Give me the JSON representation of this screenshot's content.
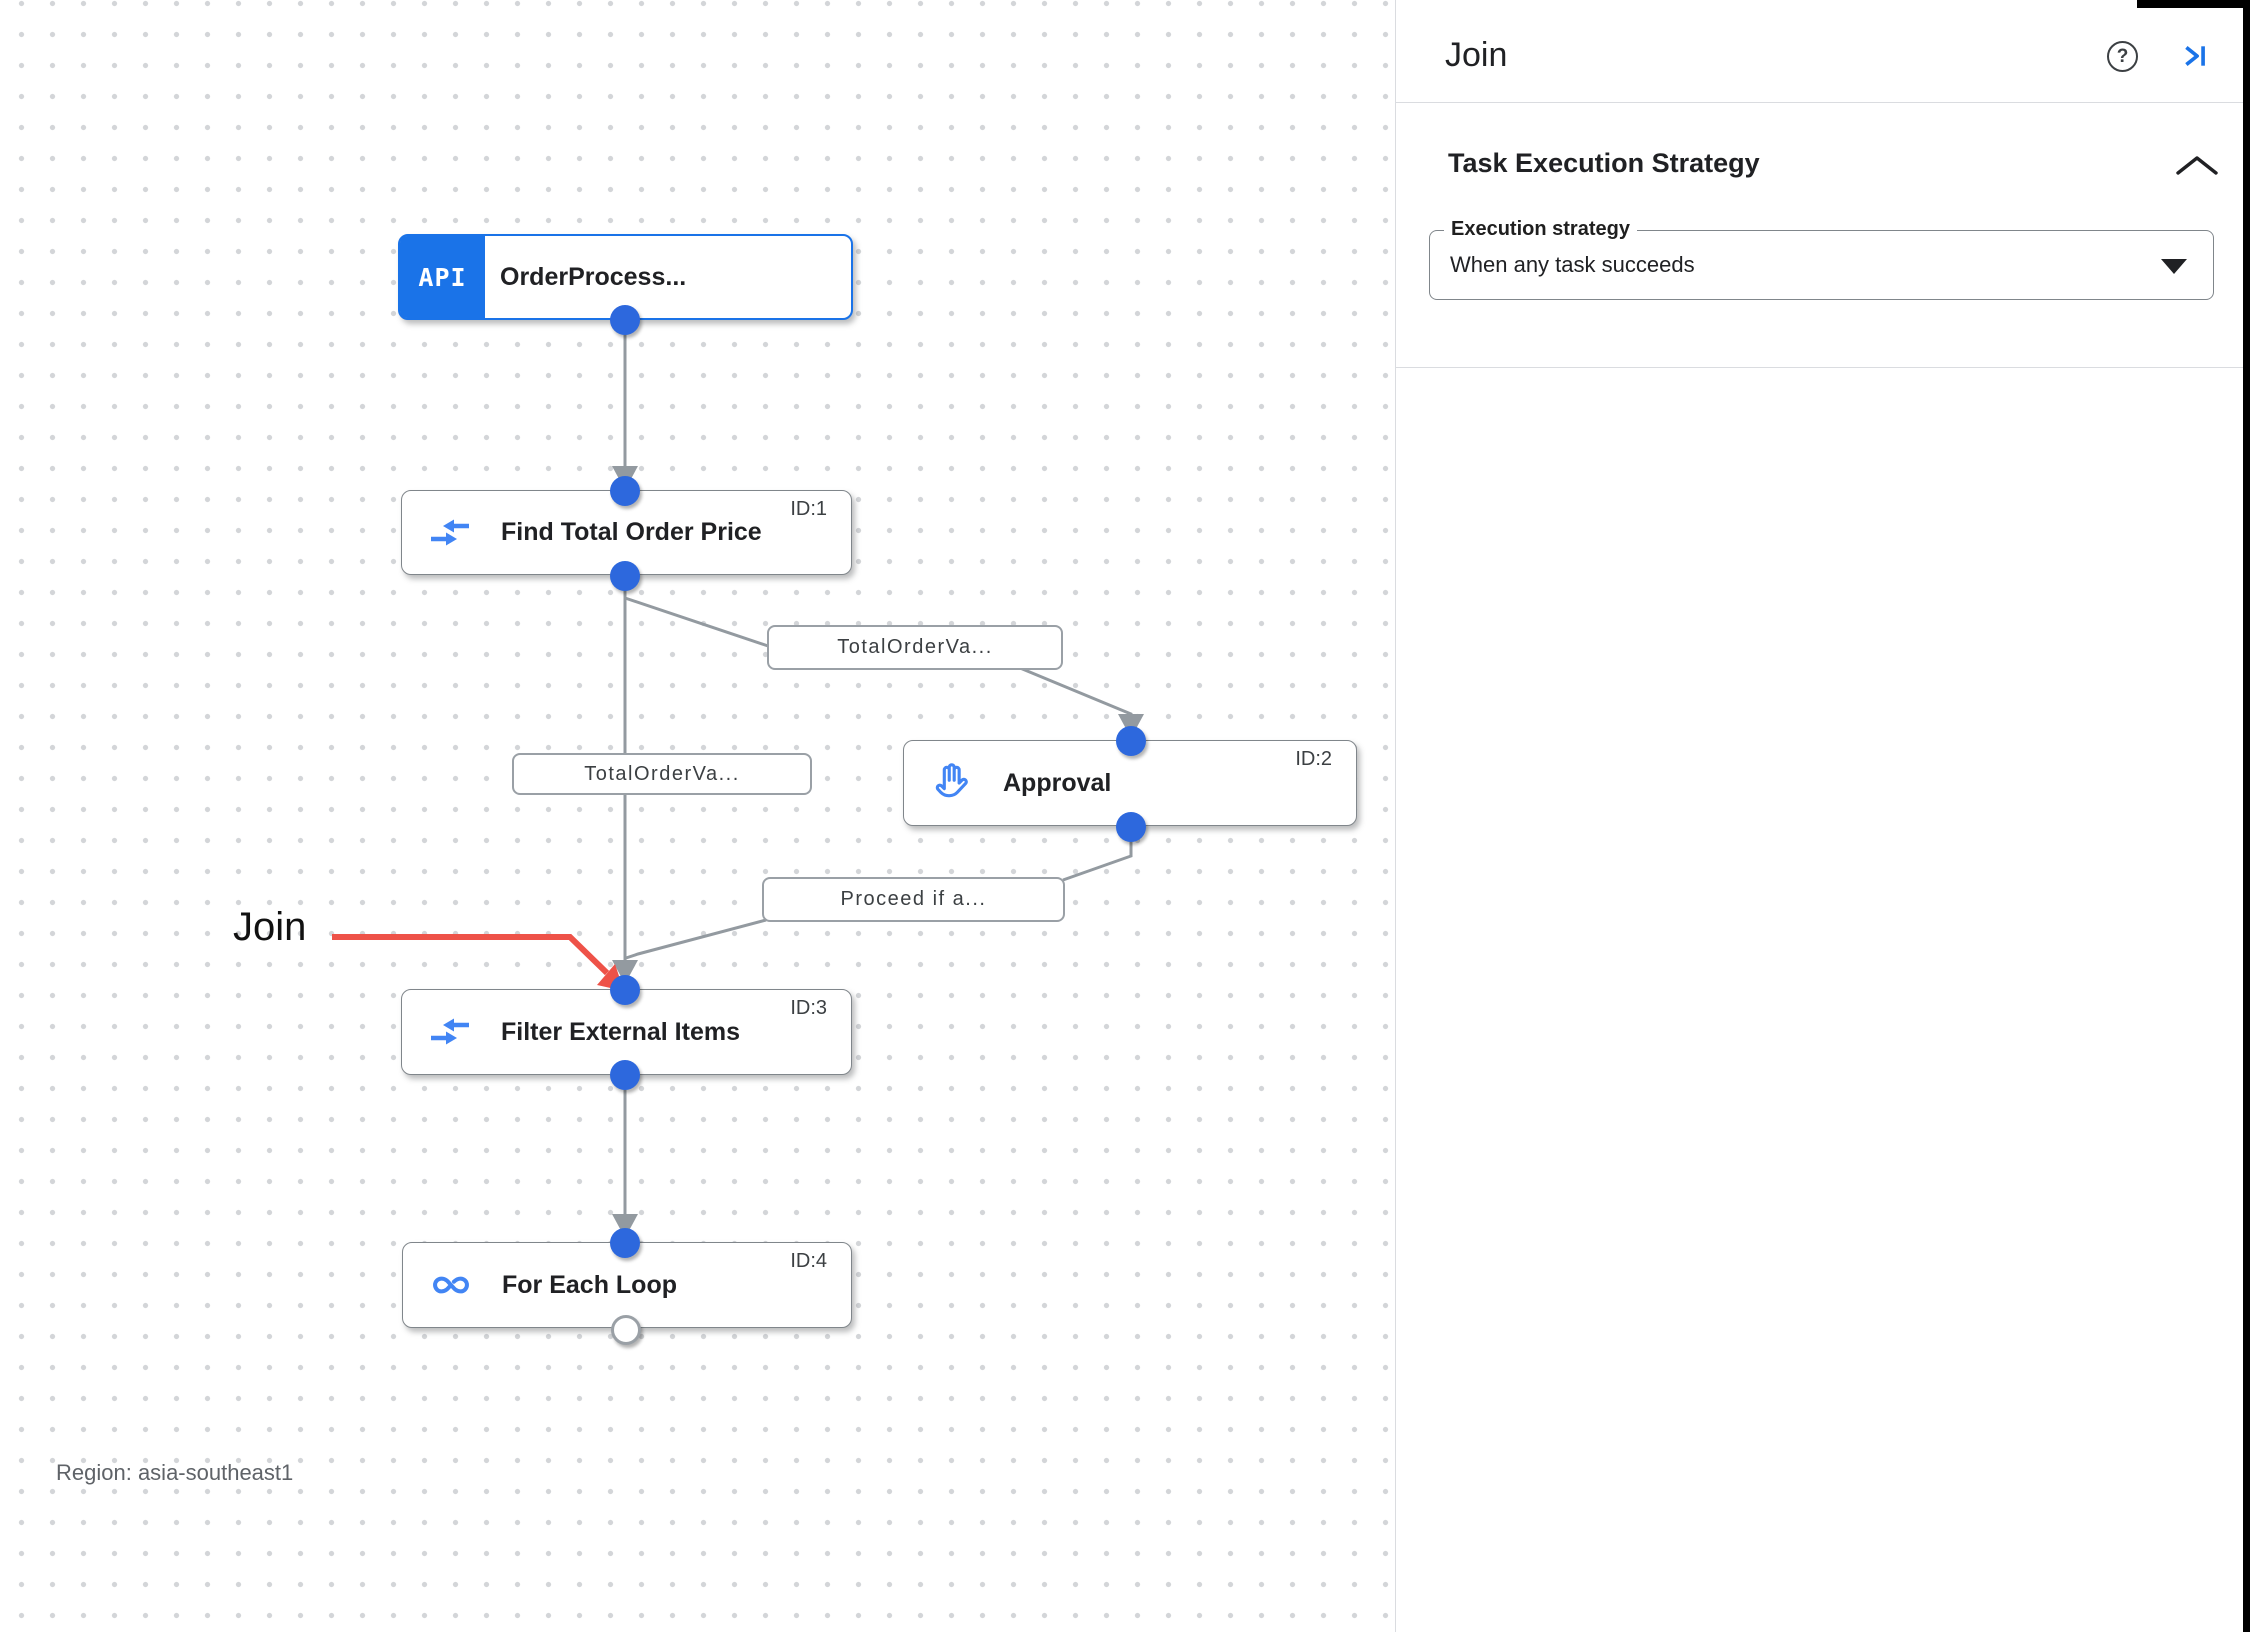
{
  "canvas": {
    "region_label": "Region: asia-southeast1",
    "annotation": {
      "label": "Join",
      "color": "#ee5248"
    },
    "nodes": [
      {
        "title": "OrderProcess...",
        "badge_text": "API",
        "id_label": "",
        "icon": "api-trigger-badge",
        "type": "trigger"
      },
      {
        "title": "Find Total Order Price",
        "id_label": "ID:1",
        "icon": "data-mapping-icon",
        "type": "task"
      },
      {
        "title": "Approval",
        "id_label": "ID:2",
        "icon": "approval-hand-icon",
        "type": "task"
      },
      {
        "title": "Filter External Items",
        "id_label": "ID:3",
        "icon": "data-mapping-icon",
        "type": "task"
      },
      {
        "title": "For Each Loop",
        "id_label": "ID:4",
        "icon": "for-each-loop-icon",
        "type": "task"
      }
    ],
    "edge_labels": [
      "TotalOrderVa...",
      "TotalOrderVa...",
      "Proceed if a..."
    ]
  },
  "panel": {
    "title": "Join",
    "help_glyph": "?",
    "section": {
      "title": "Task Execution Strategy",
      "field_label": "Execution strategy",
      "field_value": "When any task succeeds"
    }
  },
  "colors": {
    "accent_blue": "#1a73e8",
    "icon_blue": "#4285f4",
    "connector_dot_blue": "#2d68dd",
    "edge_gray": "#9aa0a6",
    "annotation_red": "#ee5248",
    "divider_gray": "#dadce0",
    "text_dark": "#202124",
    "text_gray": "#5f6368"
  }
}
